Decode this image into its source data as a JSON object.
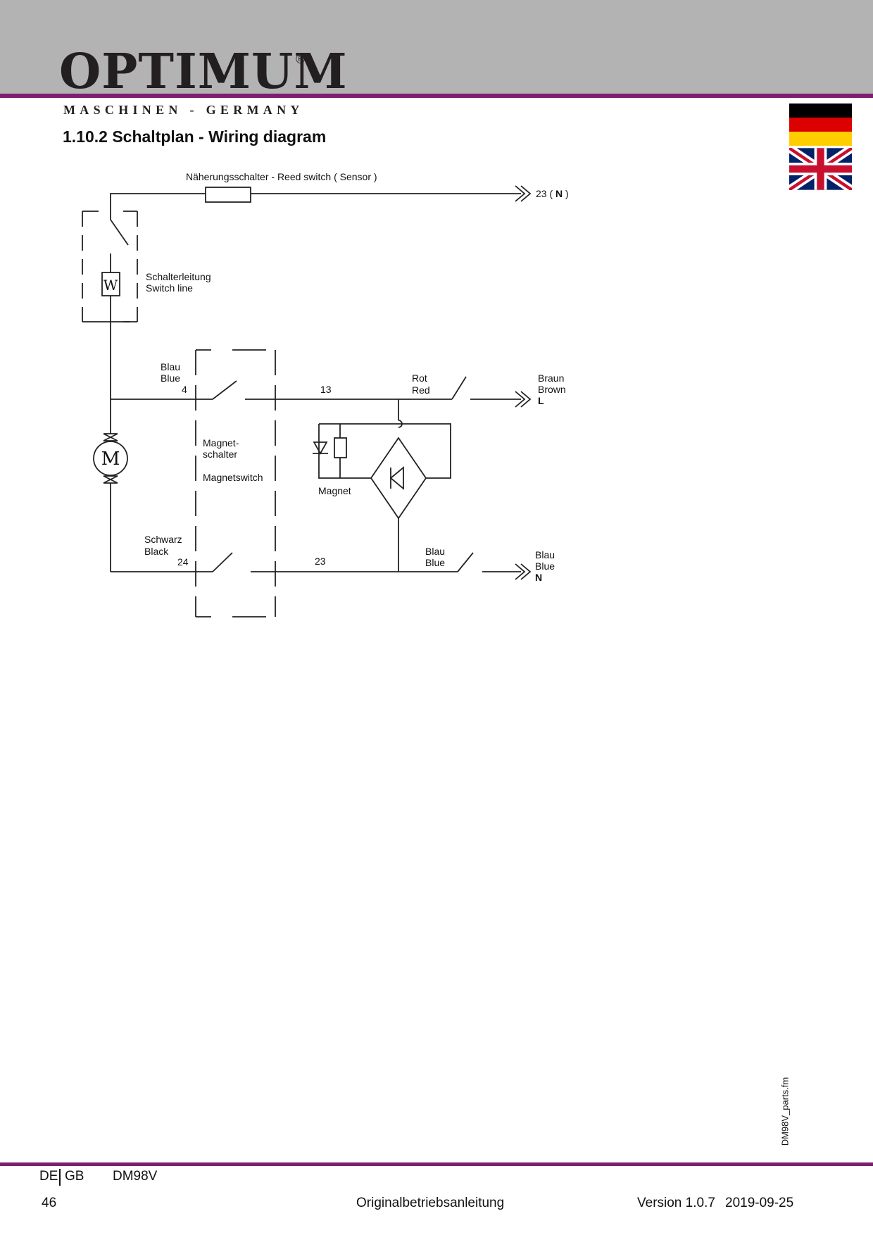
{
  "header": {
    "brand": "OPTIMUM",
    "registered_mark": "®",
    "tagline": "MASCHINEN - GERMANY",
    "colors": {
      "band": "#b3b3b3",
      "rule": "#7d1f6e"
    }
  },
  "section": {
    "title": "1.10.2 Schaltplan - Wiring diagram"
  },
  "flags": [
    "flag-germany-icon",
    "flag-united-kingdom-icon"
  ],
  "diagram": {
    "reed_switch": "Näherungsschalter - Reed switch ( Sensor )",
    "terminal_top": {
      "pre": "23 ( ",
      "bold": "N",
      "post": " )"
    },
    "switch_line": [
      "Schalterleitung",
      "Switch line"
    ],
    "w_symbol": "W",
    "motor_symbol": "M",
    "blue_top": [
      "Blau",
      "Blue"
    ],
    "num_4": "4",
    "num_13": "13",
    "red": [
      "Rot",
      "Red"
    ],
    "brown": [
      "Braun",
      "Brown"
    ],
    "brown_terminal": "L",
    "magnet_switch": [
      "Magnet-",
      "schalter",
      "Magnetswitch"
    ],
    "magnet": "Magnet",
    "black": [
      "Schwarz",
      "Black"
    ],
    "num_24": "24",
    "num_23": "23",
    "blue_mid": [
      "Blau",
      "Blue"
    ],
    "blue_right": [
      "Blau",
      "Blue"
    ],
    "blue_terminal": "N"
  },
  "footer": {
    "lang_de": "DE",
    "lang_gb": "GB",
    "model": "DM98V",
    "page": "46",
    "doc_type": "Originalbetriebsanleitung",
    "version": "Version 1.0.7",
    "date": "2019-09-25",
    "filename": "DM98V_parts.fm"
  }
}
